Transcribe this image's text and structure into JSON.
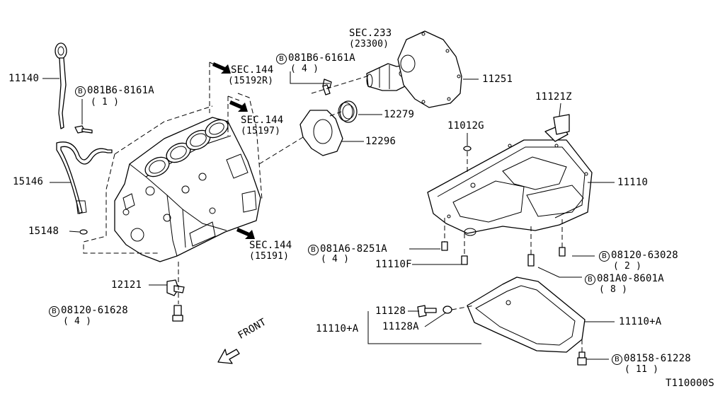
{
  "diagram": {
    "figure_id": "T110000S",
    "front_label": "FRONT",
    "bolt_symbol": "B"
  },
  "labels": {
    "p11140": "11140",
    "b1": {
      "code": "081B6-8161A",
      "qty": "( 1 )"
    },
    "p15146": "15146",
    "p15148": "15148",
    "sec144a": {
      "code": "SEC.144",
      "sub": "(15192R)"
    },
    "sec144b": {
      "code": "SEC.144",
      "sub": "(15197)"
    },
    "sec144c": {
      "code": "SEC.144",
      "sub": "(15191)"
    },
    "sec233": {
      "code": "SEC.233",
      "sub": "(23300)"
    },
    "b2": {
      "code": "081B6-6161A",
      "qty": "( 4 )"
    },
    "p11251": "11251",
    "p12279": "12279",
    "p12296": "12296",
    "p11121z": "11121Z",
    "p11012g": "11012G",
    "p11110": "11110",
    "b3": {
      "code": "081A6-8251A",
      "qty": "( 4 )"
    },
    "p11110f": "11110F",
    "b4": {
      "code": "08120-63028",
      "qty": "( 2 )"
    },
    "b5": {
      "code": "081A0-8601A",
      "qty": "( 8 )"
    },
    "p12121": "12121",
    "b6": {
      "code": "08120-61628",
      "qty": "( 4 )"
    },
    "p11128": "11128",
    "p11128a": "11128A",
    "p11110a_left": "11110+A",
    "p11110a_right": "11110+A",
    "b7": {
      "code": "08158-61228",
      "qty": "( 11 )"
    }
  }
}
